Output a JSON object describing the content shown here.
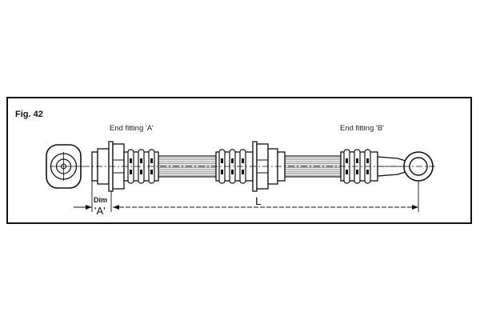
{
  "figure": {
    "label": "Fig. 42"
  },
  "captions": {
    "end_fitting_a": "End fitting 'A'",
    "end_fitting_b": "End fitting 'B'"
  },
  "dimensions": {
    "dim_label": "Dim",
    "dim_value": "'A'",
    "length_label": "L"
  }
}
